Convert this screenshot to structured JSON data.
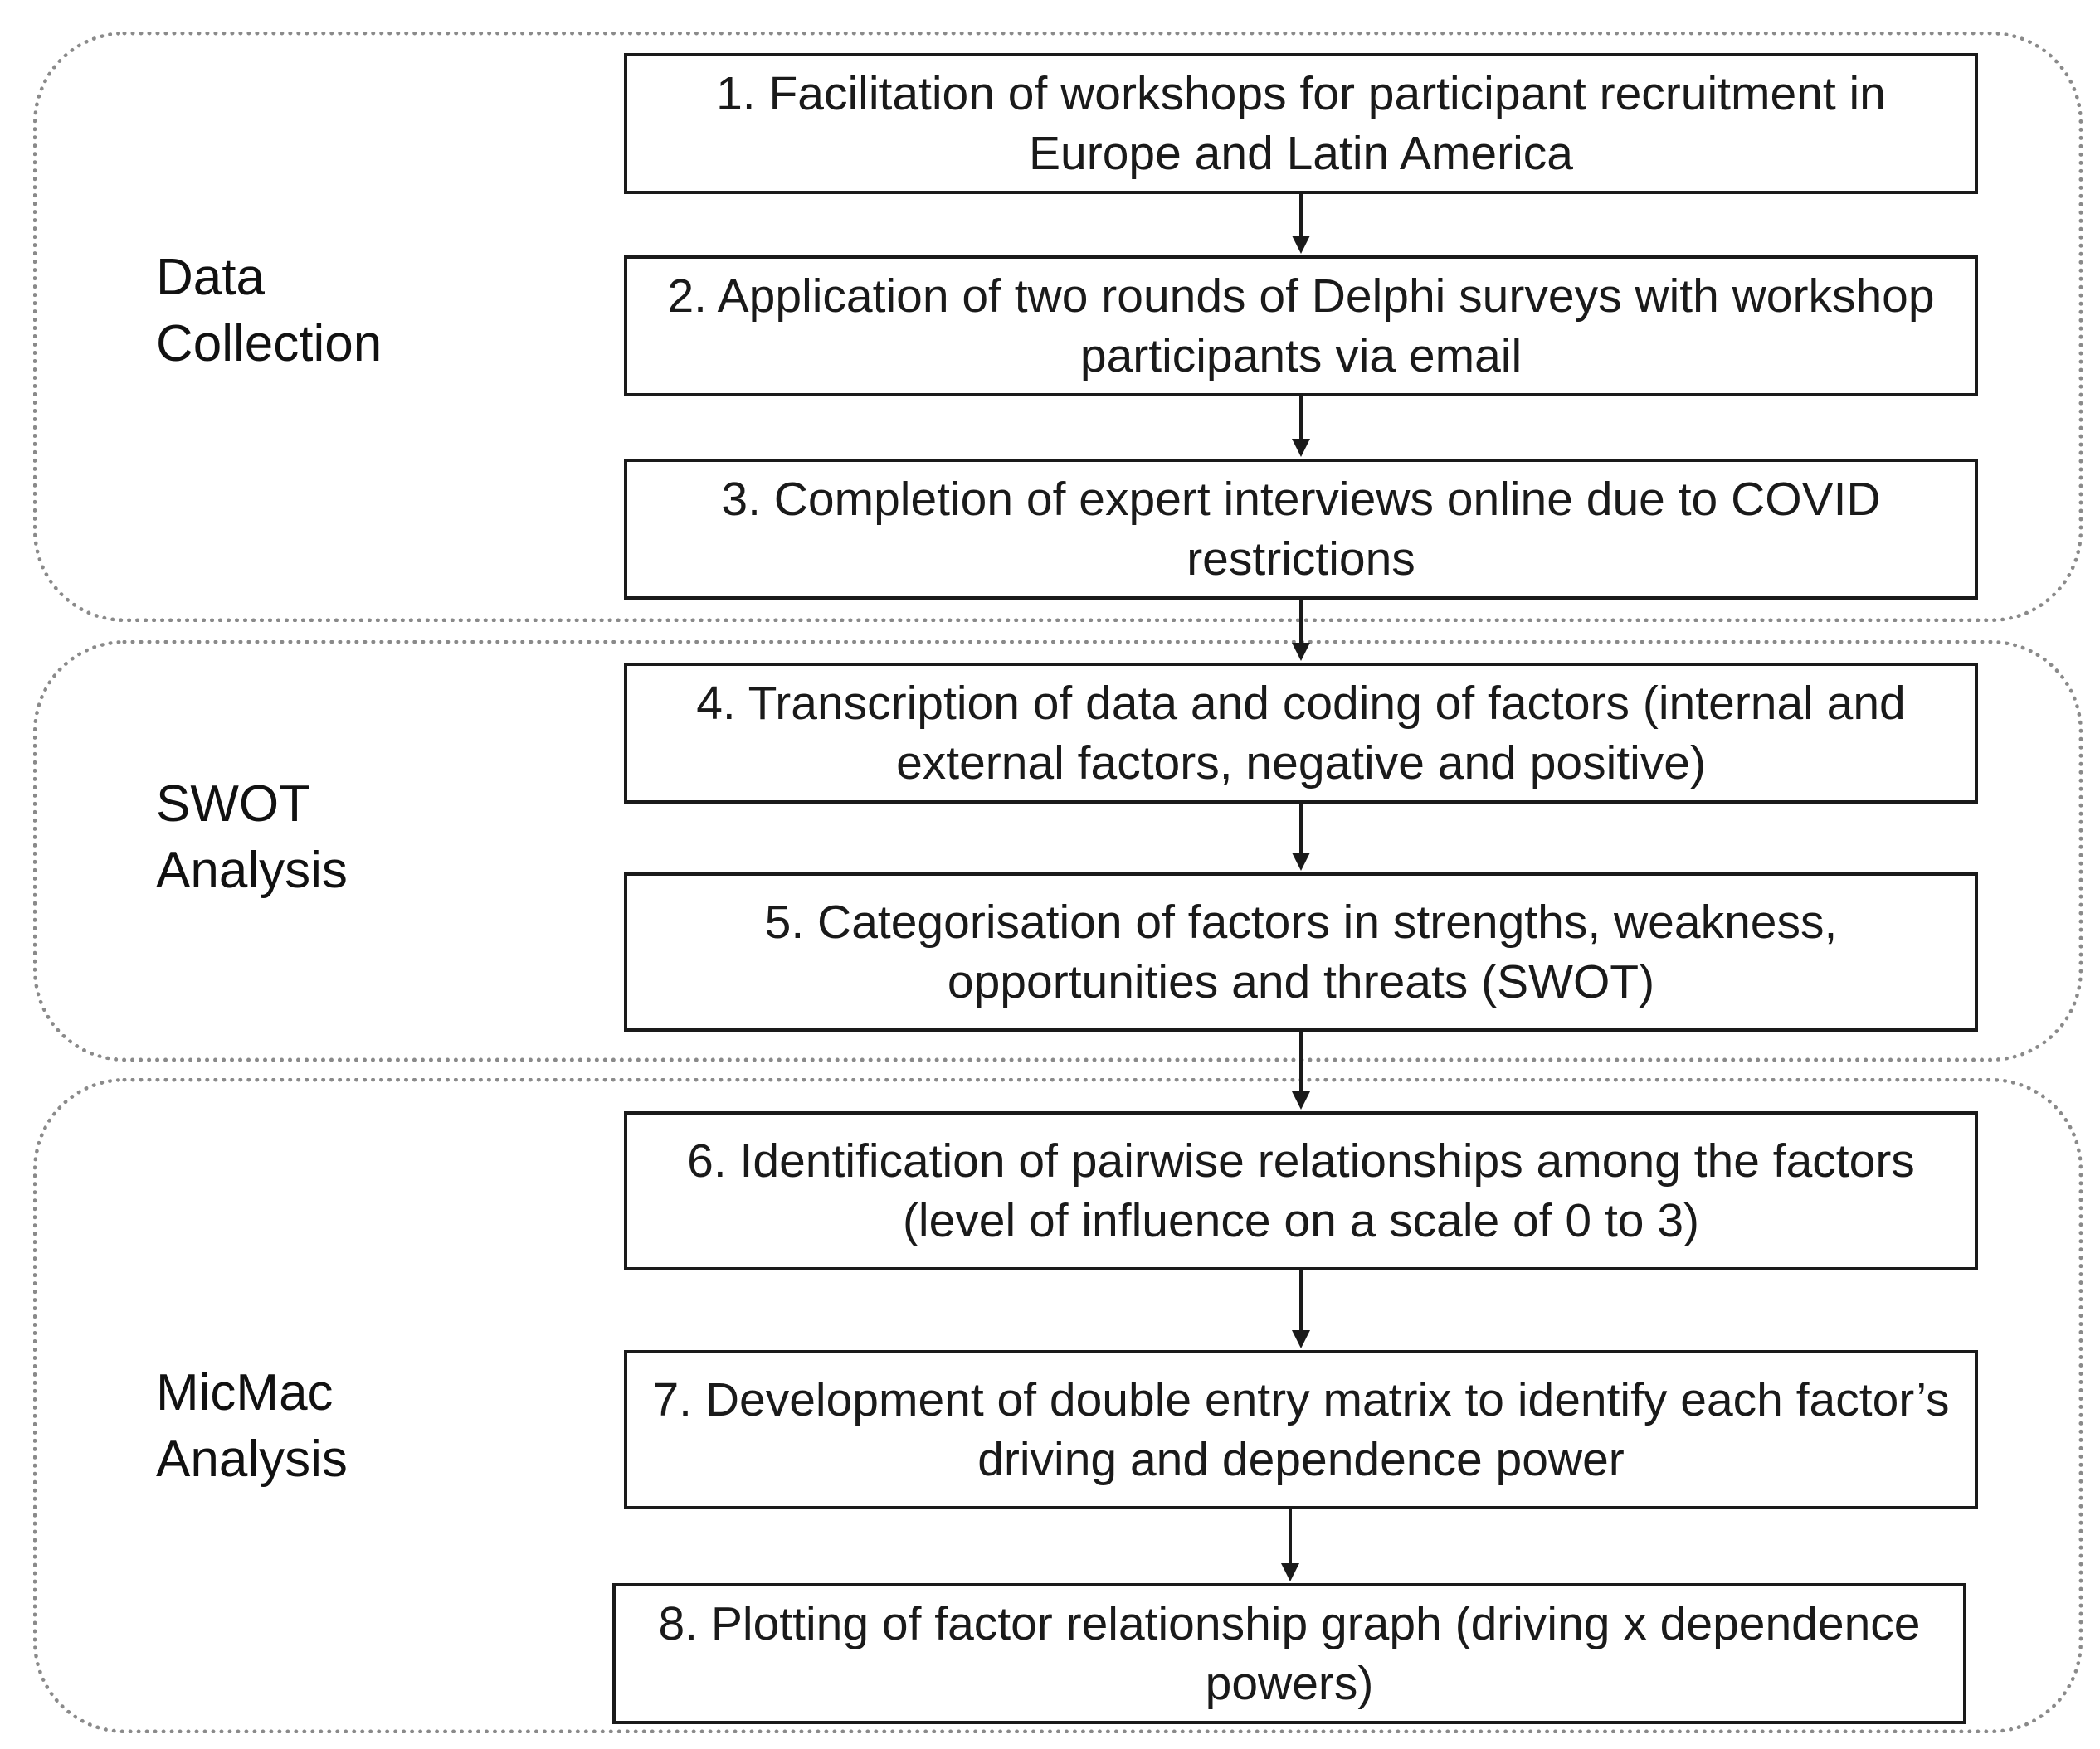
{
  "phases": [
    {
      "label": "Data\nCollection"
    },
    {
      "label": "SWOT\nAnalysis"
    },
    {
      "label": "MicMac\nAnalysis"
    }
  ],
  "steps": [
    {
      "text": "1.      Facilitation of workshops for participant recruitment in Europe and Latin America"
    },
    {
      "text": "2. Application of two rounds of Delphi surveys with workshop participants via email"
    },
    {
      "text": "3. Completion of expert interviews online due to COVID restrictions"
    },
    {
      "text": "4. Transcription of data and coding of factors (internal and external factors, negative and positive)"
    },
    {
      "text": "5. Categorisation of factors in strengths, weakness, opportunities and threats (SWOT)"
    },
    {
      "text": "6. Identification of pairwise relationships among the factors (level of influence on a scale of 0 to 3)"
    },
    {
      "text": "7. Development of double entry matrix to identify each factor’s driving and dependence power"
    },
    {
      "text": "8. Plotting of factor relationship graph (driving x dependence powers)"
    }
  ]
}
